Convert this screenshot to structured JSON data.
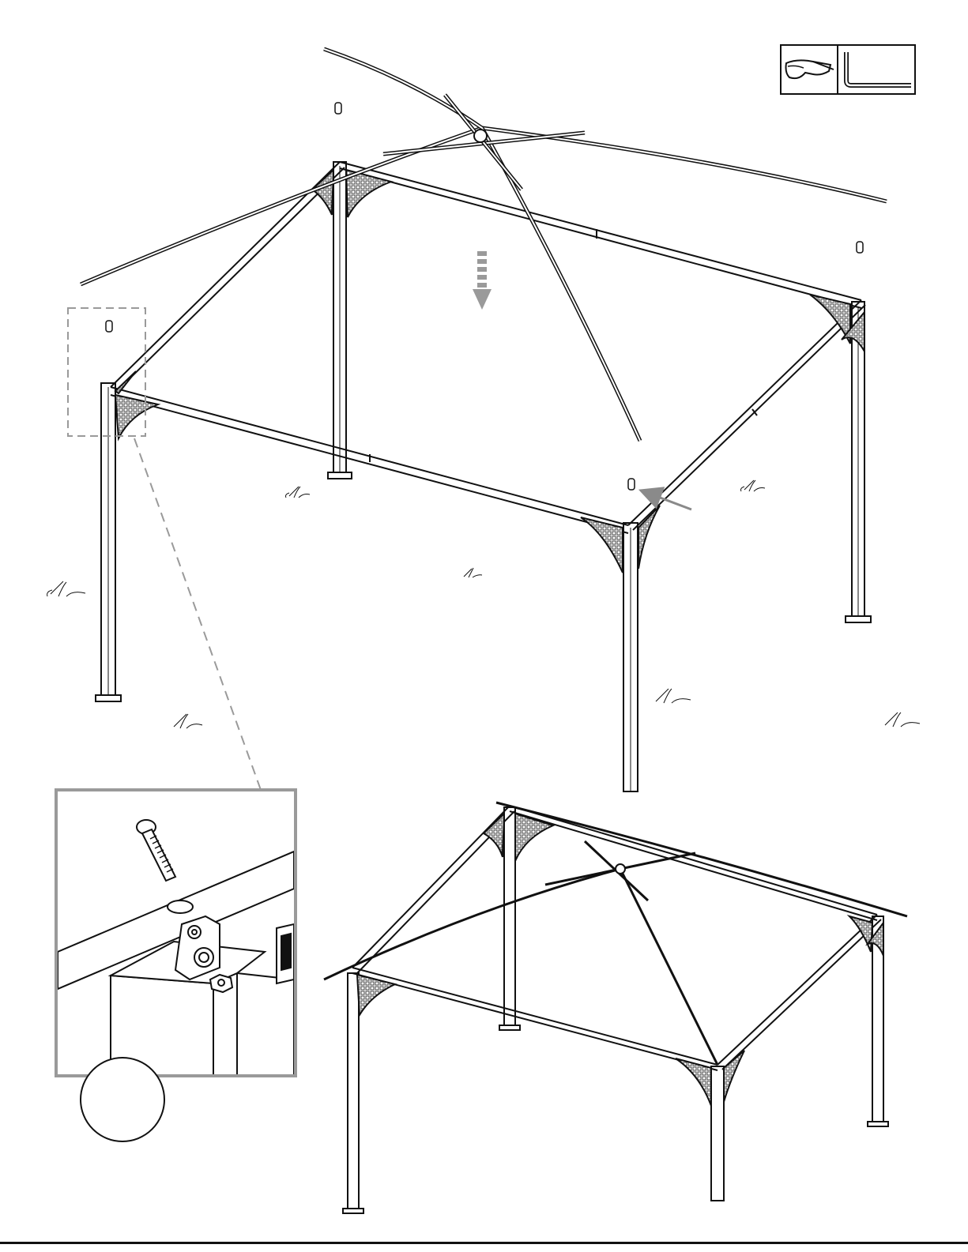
{
  "page": {
    "step_number": "",
    "tools": [
      {
        "name": "safety-glasses-icon"
      },
      {
        "name": "hex-key-icon"
      }
    ]
  },
  "illustration": {
    "main_view": "gazebo-frame-roof-assembly",
    "detail_view": "roof-hinge-bolt-detail",
    "result_view": "gazebo-frame-roof-installed",
    "colors": {
      "line": "#111111",
      "callout": "#9a9a9a",
      "lattice": "#555555"
    }
  }
}
